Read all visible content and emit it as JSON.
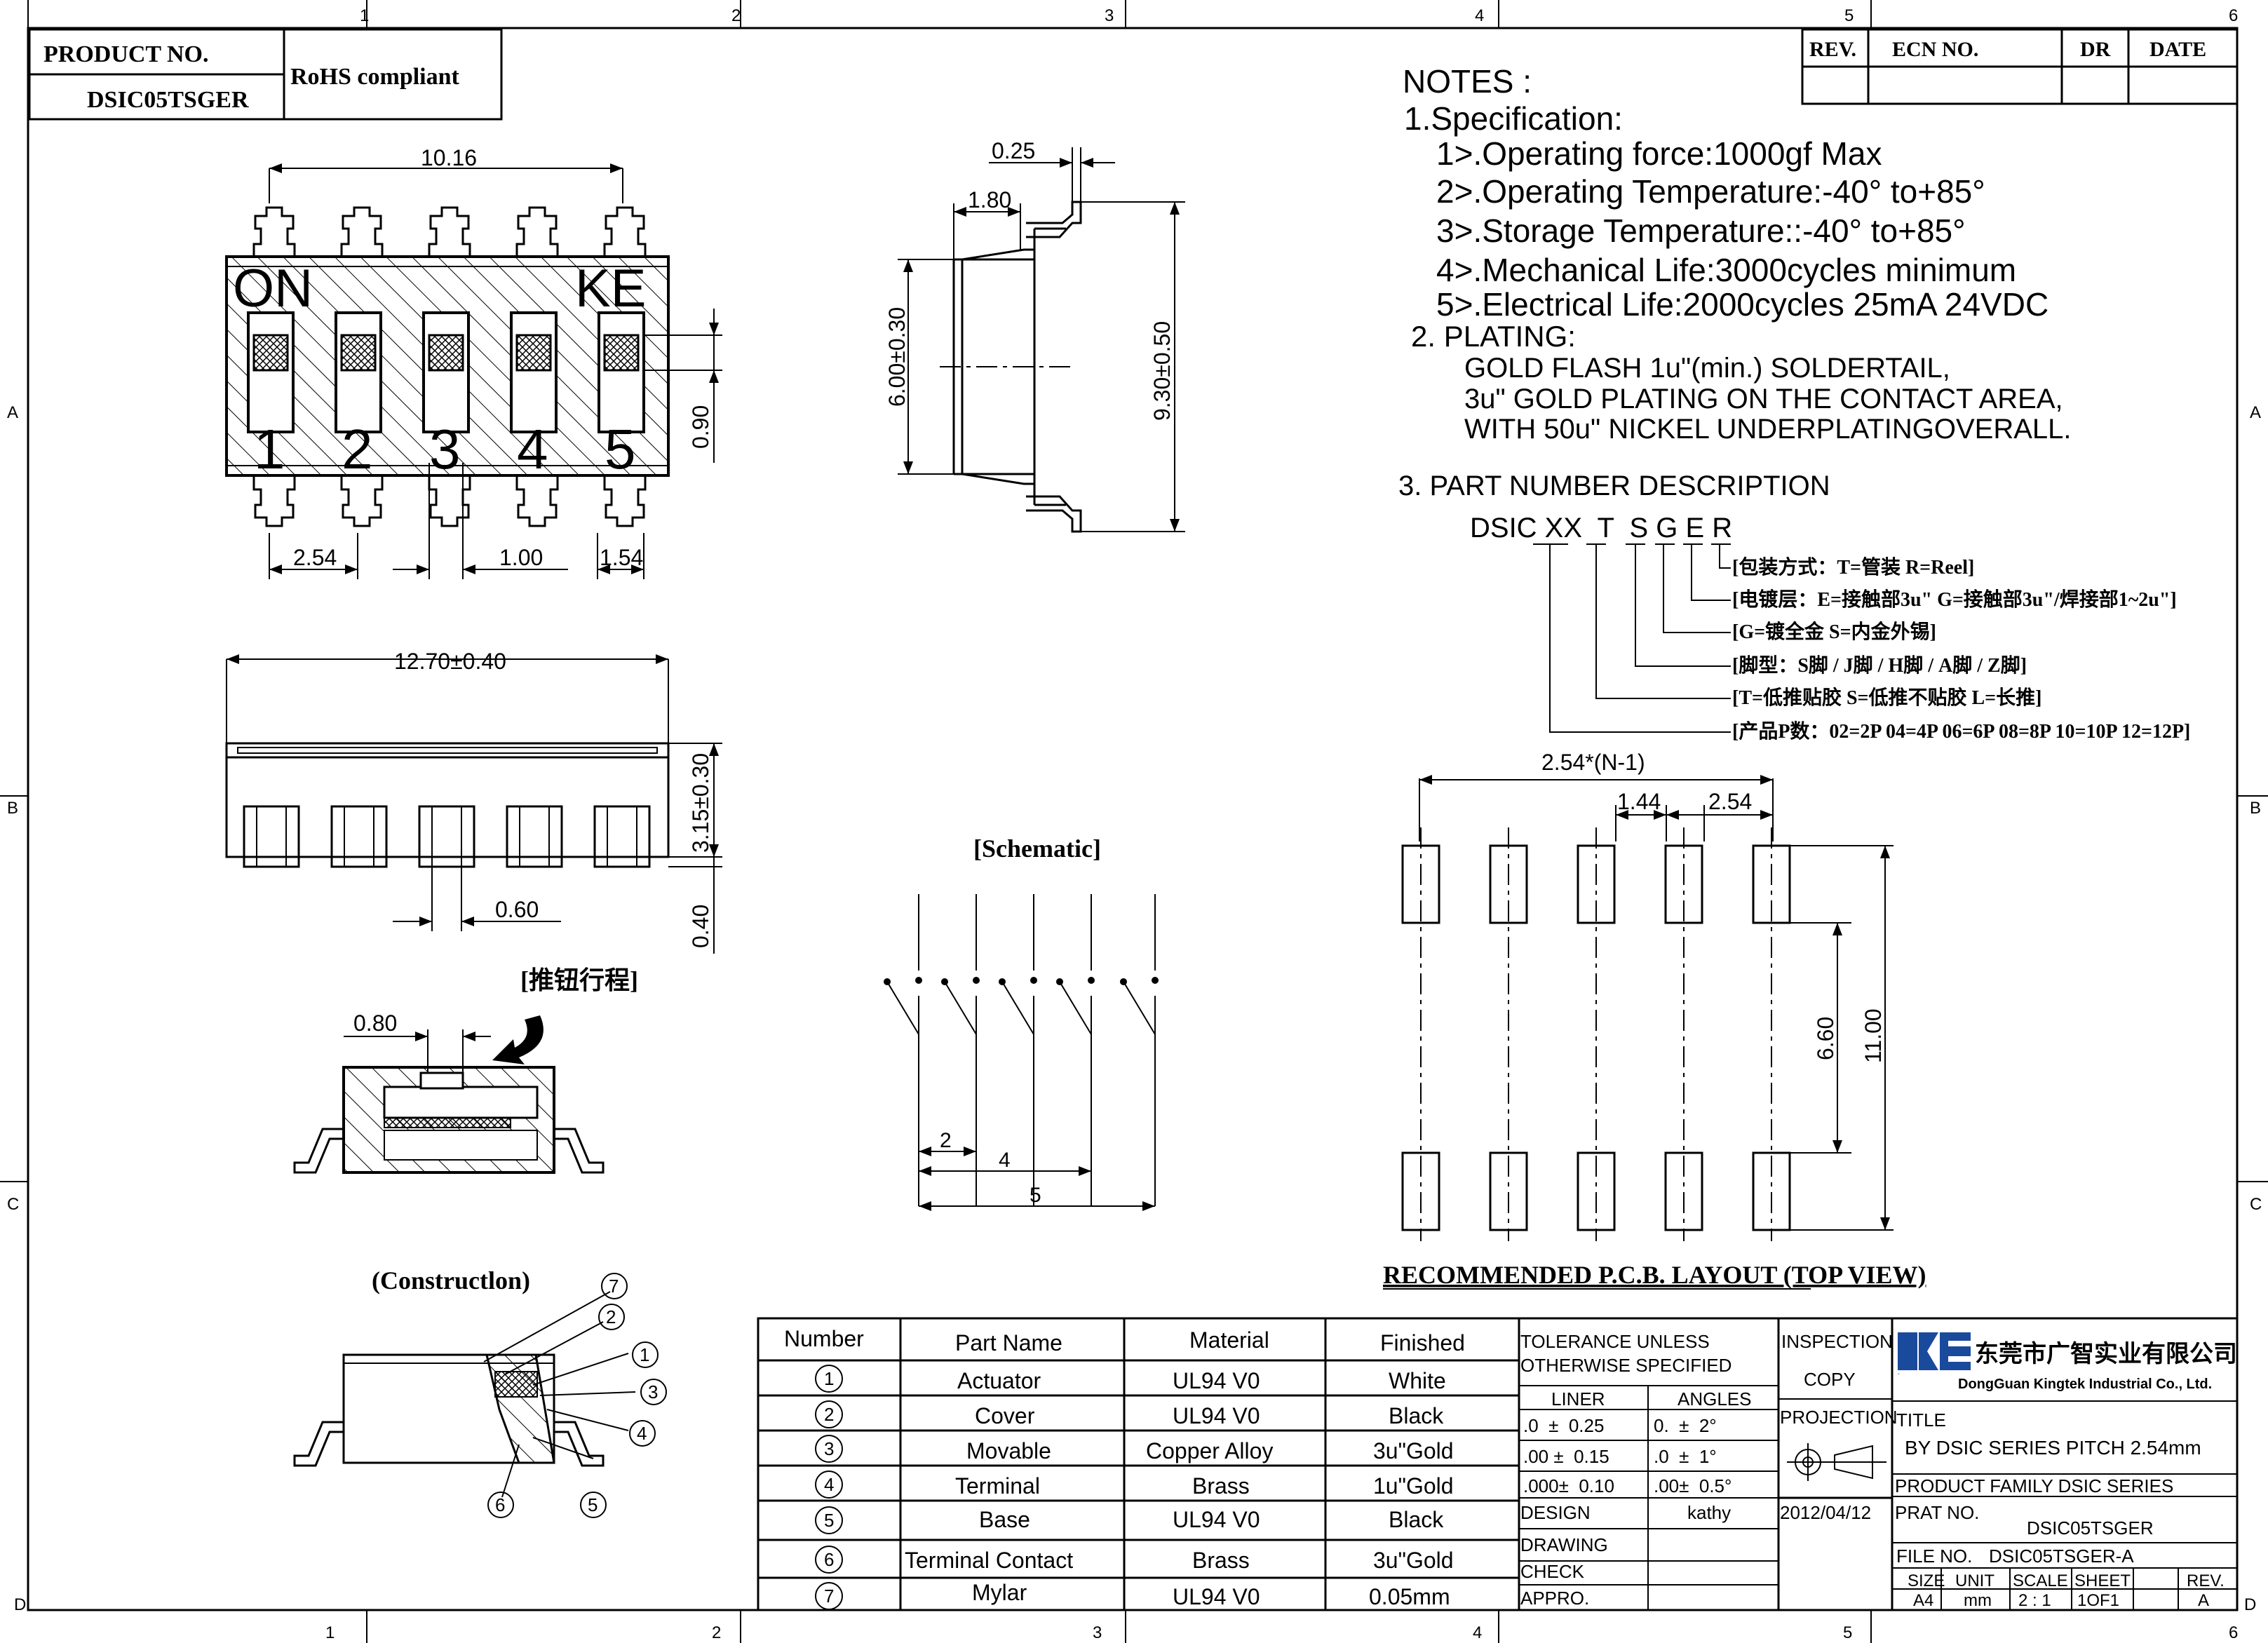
{
  "title_block": {
    "product_no_label": "PRODUCT    NO.",
    "product_no": "DSIC05TSGER",
    "rohs": "RoHS compliant",
    "rev_headers": [
      "REV.",
      "ECN NO.",
      "DR",
      "DATE"
    ]
  },
  "grid": {
    "columns": [
      "1",
      "2",
      "3",
      "4",
      "5",
      "6"
    ],
    "rows": [
      "A",
      "B",
      "C",
      "D"
    ]
  },
  "top_view": {
    "dims": {
      "overall": "10.16",
      "pitch": "2.54",
      "slot": "1.00",
      "pad": "1.54",
      "height": "0.90"
    },
    "marks": {
      "on": "ON",
      "logo": "KE"
    },
    "numbers": [
      "1",
      "2",
      "3",
      "4",
      "5"
    ]
  },
  "side_view": {
    "dims": {
      "top": "0.25",
      "lead": "1.80",
      "body": "6.00±0.30",
      "total": "9.30±0.50"
    }
  },
  "front_view": {
    "dims": {
      "length": "12.70±0.40",
      "height": "3.15±0.30",
      "gap": "0.60",
      "stand": "0.40"
    }
  },
  "stroke": {
    "label": "[推钮行程]",
    "dim": "0.80"
  },
  "schematic": {
    "label": "[Schematic]",
    "dims": [
      "2",
      "4",
      "5"
    ]
  },
  "construction": {
    "label": "(Constructlon)",
    "callouts": [
      "7",
      "2",
      "1",
      "3",
      "4",
      "6",
      "5"
    ]
  },
  "notes": {
    "title": "NOTES :",
    "spec_title": "1.Specification:",
    "specs": [
      "1>.Operating force:1000gf Max",
      "2>.Operating Temperature:-40° to+85°",
      "3>.Storage Temperature::-40° to+85°",
      "4>.Mechanical Life:3000cycles minimum",
      "5>.Electrical Life:2000cycles 25mA 24VDC"
    ],
    "plating_title": "2. PLATING:",
    "plating": [
      "GOLD FLASH 1u\"(min.) SOLDERTAIL,",
      "3u\" GOLD PLATING  ON THE CONTACT AREA,",
      "WITH 50u\" NICKEL UNDERPLATINGOVERALL."
    ],
    "part_title": "3. PART NUMBER DESCRIPTION",
    "part_code": "DSIC XX  T  S G E R",
    "part_lines": [
      "[包装方式：T=管装  R=Reel]",
      "[电镀层：E=接触部3u\" G=接触部3u\"/焊接部1~2u\"]",
      "[G=镀全金  S=内金外锡]",
      "[脚型：S脚 / J脚 / H脚 / A脚 / Z脚]",
      "[T=低推贴胶  S=低推不贴胶  L=长推]",
      "[产品P数：02=2P 04=4P 06=6P 08=8P 10=10P 12=12P]"
    ]
  },
  "pcb": {
    "dims": {
      "total": "2.54*(N-1)",
      "pad": "1.44",
      "pitch": "2.54",
      "inner": "6.60",
      "outer": "11.00"
    },
    "label": "RECOMMENDED P.C.B. LAYOUT (TOP VIEW)"
  },
  "bom": {
    "headers": [
      "Number",
      "Part Name",
      "Material",
      "Finished"
    ],
    "rows": [
      {
        "num": "1",
        "name": "Actuator",
        "material": "UL94 V0",
        "finish": "White"
      },
      {
        "num": "2",
        "name": "Cover",
        "material": "UL94 V0",
        "finish": "Black"
      },
      {
        "num": "3",
        "name": "Movable",
        "material": "Copper Alloy",
        "finish": "3u\"Gold"
      },
      {
        "num": "4",
        "name": "Terminal",
        "material": "Brass",
        "finish": "1u\"Gold"
      },
      {
        "num": "5",
        "name": "Base",
        "material": "UL94 V0",
        "finish": "Black"
      },
      {
        "num": "6",
        "name": "Terminal Contact",
        "material": "Brass",
        "finish": "3u\"Gold"
      },
      {
        "num": "7",
        "name": "Mylar",
        "material": "UL94 V0",
        "finish": "0.05mm"
      }
    ]
  },
  "tolerance": {
    "title1": "TOLERANCE UNLESS",
    "title2": "OTHERWISE SPECIFIED",
    "linear_header": "LINER",
    "angles_header": "ANGLES",
    "rows": [
      {
        "lin": ".0  ±  0.25",
        "ang": "0.  ±  2°"
      },
      {
        "lin": ".00 ±  0.15",
        "ang": ".0  ±  1°"
      },
      {
        "lin": ".000±  0.10",
        "ang": ".00±  0.5°"
      }
    ],
    "design_label": "DESIGN",
    "design_name": "kathy",
    "design_date": "2012/04/12",
    "drawing_label": "DRAWING",
    "check_label": "CHECK",
    "appro_label": "APPRO."
  },
  "inspection": {
    "label1": "INSPECTION",
    "label2": "COPY",
    "projection": "PROJECTION"
  },
  "company": {
    "logo": "KE",
    "name_cn": "东莞市广智实业有限公司",
    "name_en": "DongGuan Kingtek Industrial Co., Ltd.",
    "title_label": "TITLE",
    "title": "BY DSIC SERIES PITCH 2.54mm",
    "family": "PRODUCT FAMILY DSIC SERIES",
    "part_label": "PRAT NO.",
    "part_no": "DSIC05TSGER",
    "file_label": "FILE NO.",
    "file_no": "DSIC05TSGER-A",
    "meta_headers": [
      "SIZE",
      "UNIT",
      "SCALE",
      "SHEET",
      "REV."
    ],
    "meta_values": [
      "A4",
      "mm",
      "2 : 1",
      "1OF1",
      "A"
    ]
  }
}
